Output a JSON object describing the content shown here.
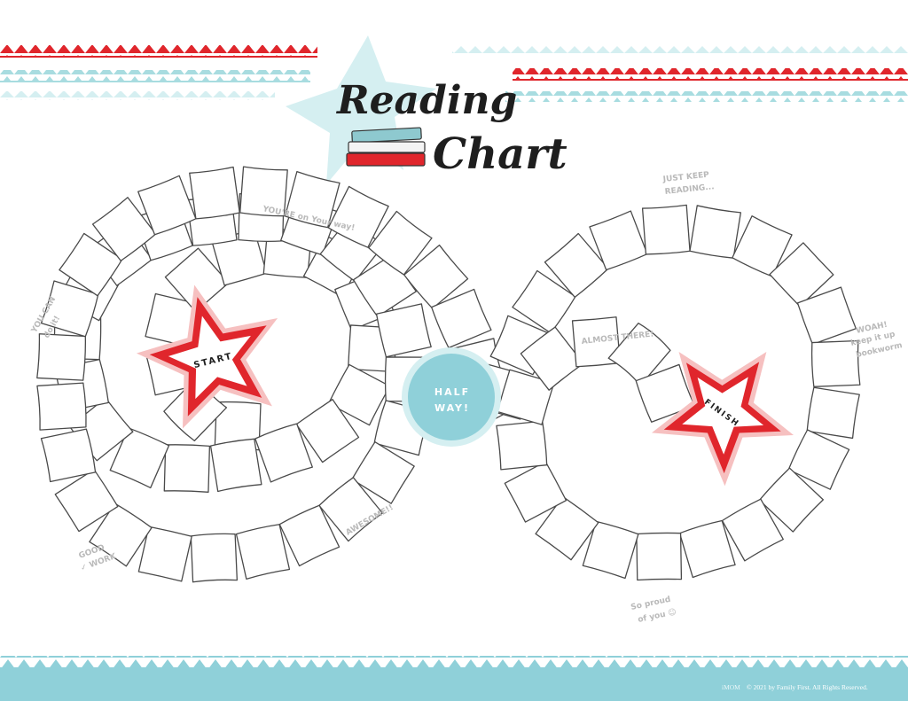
{
  "title": {
    "line1": "Reading",
    "line2": "Chart"
  },
  "start_label": "START",
  "finish_label": "FINISH",
  "halfway": {
    "line1": "HALF",
    "line2": "WAY!"
  },
  "notes": {
    "just_keep_1": "JUST KEEP",
    "just_keep_2": "READING...",
    "youre_on_way": "YOU'RE on Your way!",
    "you_can_1": "YOU CAN",
    "you_can_2": "do it!",
    "almost_there": "ALMOST THERE!",
    "woah_1": "WOAH!",
    "woah_2": "keep it up",
    "woah_3": "bookworm",
    "good_1": "GOOD",
    "good_2": "✓ WORK",
    "awesome": "AWESOME!!",
    "so_proud_1": "So proud",
    "so_proud_2": "of you ☺"
  },
  "footer": {
    "brand": "iMOM",
    "copyright": "© 2021 by Family First. All Rights Reserved."
  },
  "colors": {
    "red": "#e0262c",
    "pink": "#f6c0c0",
    "light_blue": "#a8dce0",
    "teal": "#8fd0d9",
    "book_blue": "#8ec9cf",
    "outline": "#4a4a4a"
  }
}
